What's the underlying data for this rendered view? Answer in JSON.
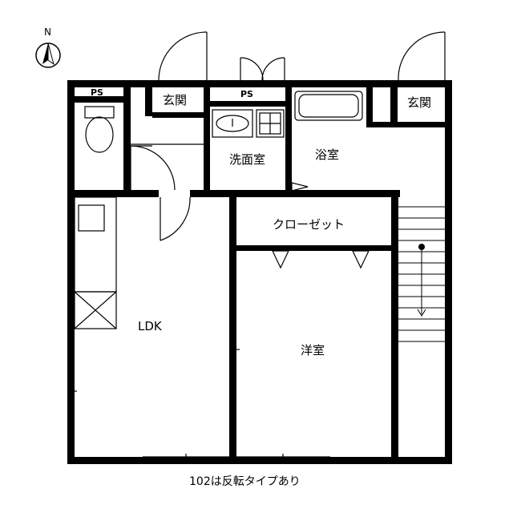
{
  "compass": {
    "label": "N"
  },
  "rooms": {
    "ps_left": "PS",
    "genkan_left": "玄関",
    "ps_center": "PS",
    "genkan_right": "玄関",
    "senmen": "洗面室",
    "yokushitsu": "浴室",
    "closet": "クローゼット",
    "ldk": "LDK",
    "yoshitsu": "洋室"
  },
  "note": "102は反転タイプあり"
}
